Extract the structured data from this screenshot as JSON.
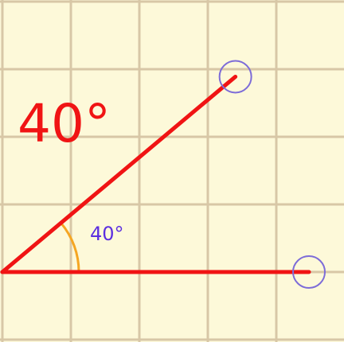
{
  "angle": {
    "degrees": 40,
    "big_label": "40°",
    "small_label": "40°"
  },
  "colors": {
    "background": "#fdf9d9",
    "grid": "#d8c7a6",
    "rays": "#f01414",
    "arc": "#f5a623",
    "handles": "#7d6cd8",
    "big_label": "#f01414",
    "small_label": "#5b2ee0"
  }
}
